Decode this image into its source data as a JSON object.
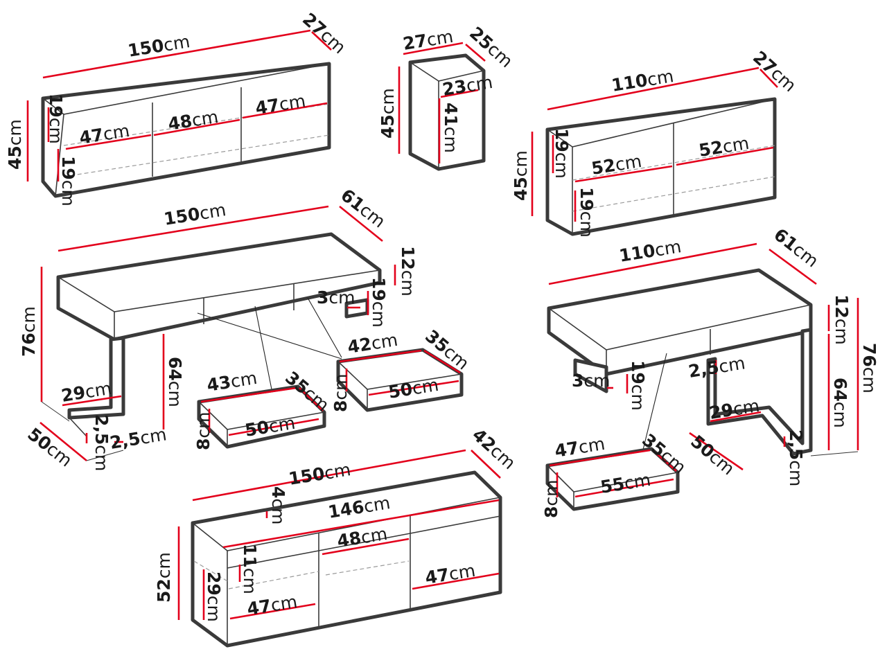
{
  "diagram": {
    "unit": "cm",
    "wall_cabinet_large": {
      "width": "150",
      "depth": "27",
      "height": "45",
      "shelf_height_top": "19",
      "shelf_height_bottom": "19",
      "compartment_left": "47",
      "compartment_middle": "48",
      "compartment_right": "47"
    },
    "wall_cabinet_small": {
      "width": "27",
      "depth": "25",
      "height": "45",
      "inner_width": "23",
      "inner_height": "41"
    },
    "wall_cabinet_medium": {
      "width": "110",
      "depth": "27",
      "height": "45",
      "shelf_height_top": "19",
      "shelf_height_bottom": "19",
      "compartment_left": "52",
      "compartment_right": "52"
    },
    "desk_large": {
      "width": "150",
      "depth": "61",
      "height": "76",
      "top_thickness": "12",
      "drawer_front": "19",
      "drawer_gap": "3",
      "leg_inner_height": "64",
      "leg_foot": "29",
      "leg_depth": "50",
      "leg_thickness_a": "2,5",
      "leg_thickness_b": "2,5"
    },
    "drawer_large_a": {
      "width": "43",
      "depth": "35",
      "inner_width": "50",
      "height": "8"
    },
    "drawer_large_b": {
      "width": "42",
      "depth": "35",
      "inner_width": "50",
      "height": "8"
    },
    "desk_medium": {
      "width": "110",
      "depth": "61",
      "height": "76",
      "top_thickness": "12",
      "drawer_front": "19",
      "drawer_gap": "3",
      "leg_inner_height": "64",
      "leg_thickness_top": "2,5",
      "leg_foot": "29",
      "leg_depth": "50",
      "leg_thickness_bottom": "2,5"
    },
    "drawer_medium": {
      "width": "47",
      "depth": "35",
      "inner_width": "55",
      "height": "8"
    },
    "sideboard": {
      "width": "150",
      "depth": "42",
      "height": "52",
      "top_thickness": "4",
      "inner_width": "146",
      "middle_width": "48",
      "left_shelf_height": "11",
      "left_lower_height": "29",
      "left_compartment": "47",
      "right_compartment": "47"
    }
  }
}
